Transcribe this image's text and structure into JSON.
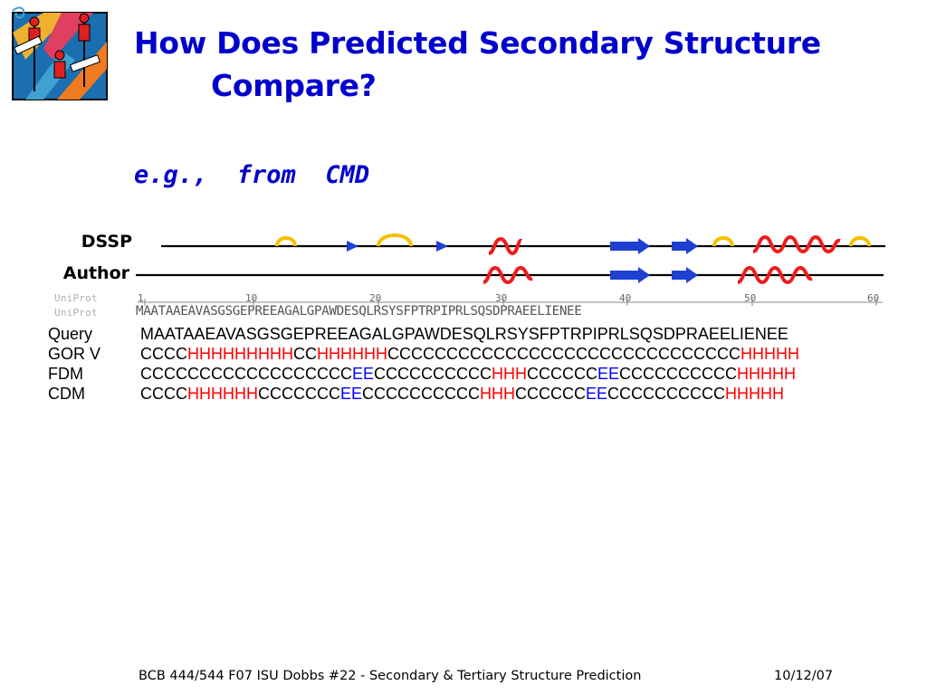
{
  "slide": {
    "title_line1": "How Does Predicted Secondary Structure",
    "title_line2": "Compare?",
    "subtitle": "e.g.,  from  CMD"
  },
  "figure": {
    "tracks": [
      "DSSP",
      "Author"
    ],
    "uniprot_labels": [
      "UniProt",
      "UniProt"
    ],
    "ruler": [
      "1",
      "10",
      "20",
      "30",
      "40",
      "50",
      "60"
    ],
    "uniprot_sequence": "MAATAAEAVASGSGEPREEAGALGPAWDESQLRSYSFPTRPIPRLSQSDPRAEELIENEE"
  },
  "alignment": [
    {
      "label": "Query",
      "segments": [
        {
          "t": "MAATAAEAVASGSGEPREEAGALGPAWDESQLRSYSFPTRPIPRLSQSDPRAEELIENEE",
          "c": ""
        }
      ]
    },
    {
      "label": "GOR V",
      "segments": [
        {
          "t": "CCCC",
          "c": ""
        },
        {
          "t": "HHHHHHHHH",
          "c": "H"
        },
        {
          "t": "CC",
          "c": ""
        },
        {
          "t": "HHHHHH",
          "c": "H"
        },
        {
          "t": "CCCCCCCCCCCCCCCCCCCCCCCCCCCCCC",
          "c": ""
        },
        {
          "t": "HHHHH",
          "c": "H"
        }
      ]
    },
    {
      "label": "FDM",
      "segments": [
        {
          "t": "CCCCCCCCCCCCCCCCCC",
          "c": ""
        },
        {
          "t": "EE",
          "c": "E"
        },
        {
          "t": "CCCCCCCCCC",
          "c": ""
        },
        {
          "t": "HHH",
          "c": "H"
        },
        {
          "t": "CCCCCC",
          "c": ""
        },
        {
          "t": "EE",
          "c": "E"
        },
        {
          "t": "CCCCCCCCCC",
          "c": ""
        },
        {
          "t": "HHHHH",
          "c": "H"
        }
      ]
    },
    {
      "label": "CDM",
      "segments": [
        {
          "t": "CCCC",
          "c": ""
        },
        {
          "t": "HHHHHH",
          "c": "H"
        },
        {
          "t": "CCCCCCC",
          "c": ""
        },
        {
          "t": "EE",
          "c": "E"
        },
        {
          "t": "CCCCCCCCCC",
          "c": ""
        },
        {
          "t": "HHH",
          "c": "H"
        },
        {
          "t": "CCCCCC",
          "c": ""
        },
        {
          "t": "EE",
          "c": "E"
        },
        {
          "t": "CCCCCCCCCC",
          "c": ""
        },
        {
          "t": "HHHHH",
          "c": "H"
        }
      ]
    }
  ],
  "footer": {
    "left": "BCB 444/544 F07 ISU Dobbs #22 - Secondary & Tertiary Structure Prediction",
    "right": "10/12/07"
  },
  "colors": {
    "title": "#0000cc",
    "helix": "#ff0000",
    "strand": "#0000ff",
    "turn": "#f5c000"
  }
}
